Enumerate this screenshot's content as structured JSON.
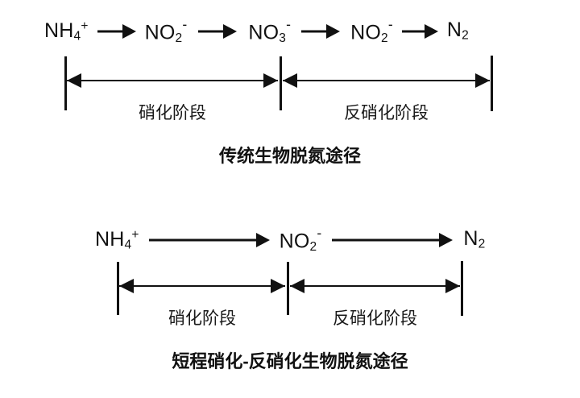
{
  "figure": {
    "background_color": "#ffffff",
    "ink_color": "#111111"
  },
  "diagrams": [
    {
      "id": "conventional",
      "caption": "传统生物脱氮途径",
      "species": [
        {
          "formula": "NH4+",
          "base": "NH",
          "sub": "4",
          "sup": "+"
        },
        {
          "formula": "NO2-",
          "base": "NO",
          "sub": "2",
          "sup": "-"
        },
        {
          "formula": "NO3-",
          "base": "NO",
          "sub": "3",
          "sup": "-"
        },
        {
          "formula": "NO2-",
          "base": "NO",
          "sub": "2",
          "sup": "-"
        },
        {
          "formula": "N2",
          "base": "N",
          "sub": "2",
          "sup": ""
        }
      ],
      "stages": [
        {
          "label": "硝化阶段",
          "from": "NH4+",
          "to": "NO3-"
        },
        {
          "label": "反硝化阶段",
          "from": "NO3-",
          "to": "N2"
        }
      ]
    },
    {
      "id": "shortcut",
      "caption": "短程硝化-反硝化生物脱氮途径",
      "species": [
        {
          "formula": "NH4+",
          "base": "NH",
          "sub": "4",
          "sup": "+"
        },
        {
          "formula": "NO2-",
          "base": "NO",
          "sub": "2",
          "sup": "-"
        },
        {
          "formula": "N2",
          "base": "N",
          "sub": "2",
          "sup": ""
        }
      ],
      "stages": [
        {
          "label": "硝化阶段",
          "from": "NH4+",
          "to": "NO2-"
        },
        {
          "label": "反硝化阶段",
          "from": "NO2-",
          "to": "N2"
        }
      ]
    }
  ],
  "icons": {
    "reaction_arrow": "arrow-right-icon",
    "span_arrow": "double-headed-arrow-icon",
    "tick": "tick-mark-icon"
  }
}
